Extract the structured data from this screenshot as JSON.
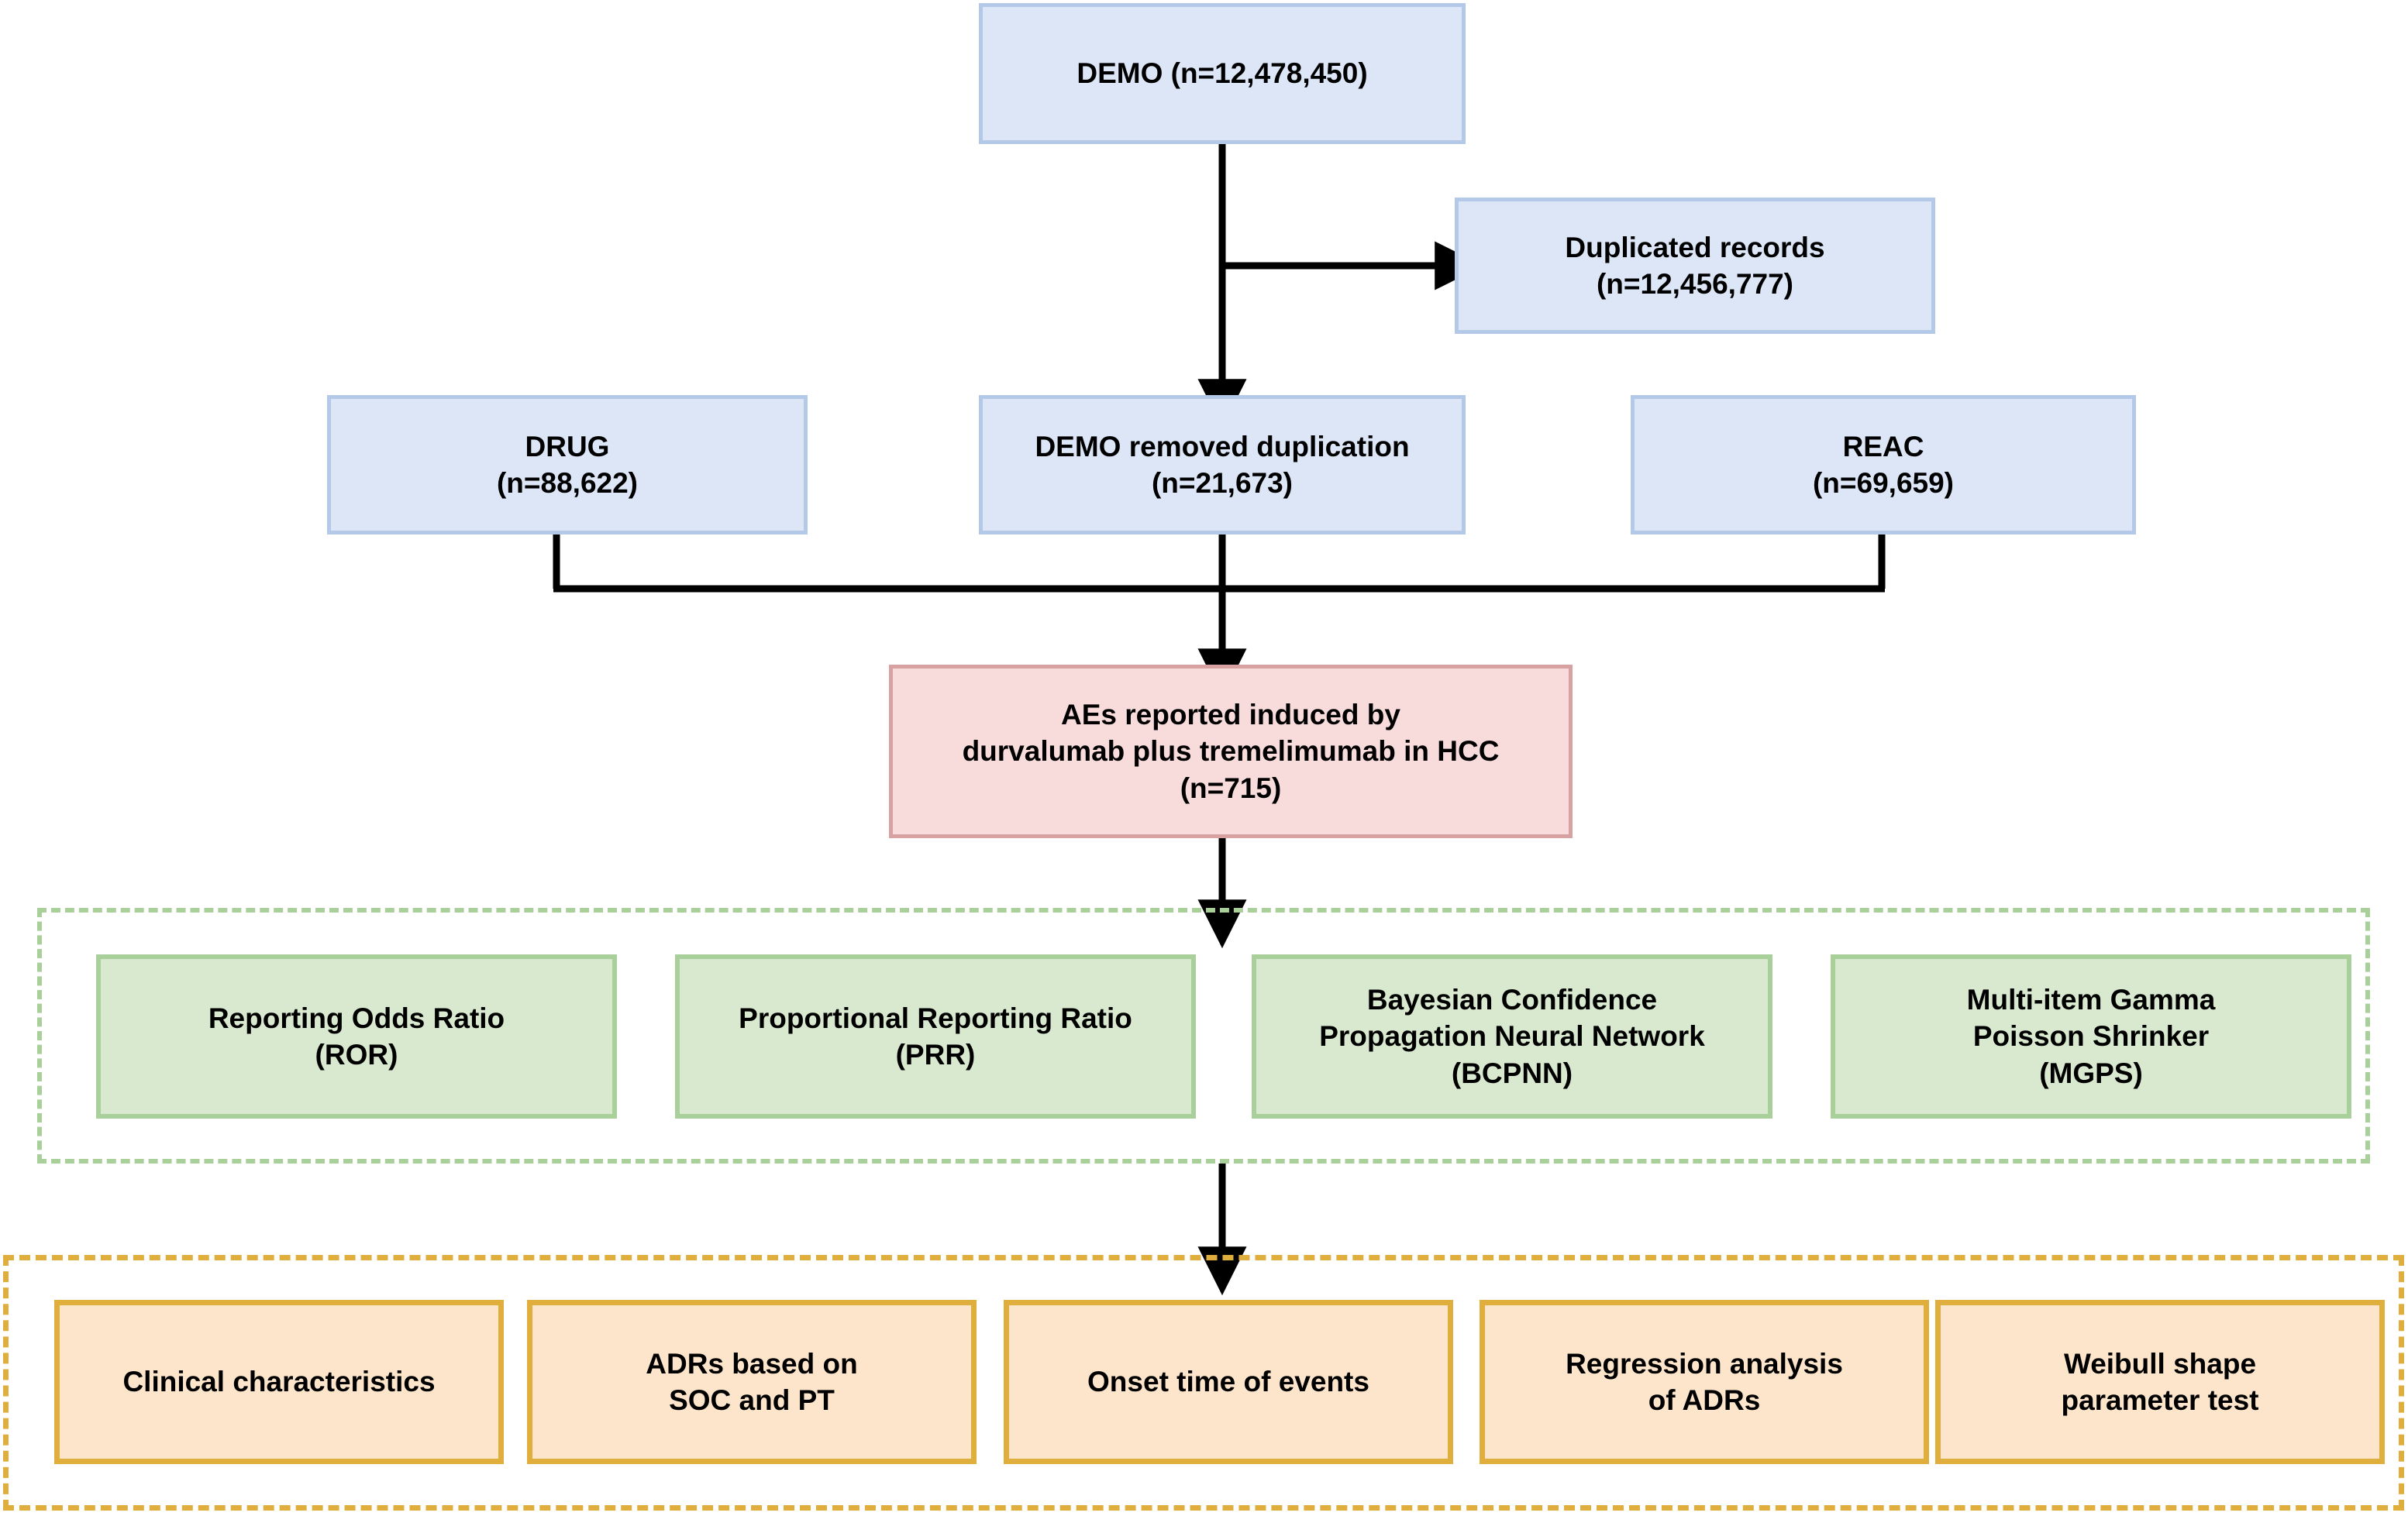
{
  "diagram": {
    "title": "FAERS pharmacovigilance study flowchart",
    "colors": {
      "blue_fill": "#dce6f7",
      "blue_border": "#b4c9e7",
      "pink_fill": "#f8dcdc",
      "pink_border": "#d9a2a2",
      "green_fill": "#d9e9cf",
      "green_border": "#a9cf9a",
      "orange_fill": "#fce5cb",
      "orange_border": "#e0ae3d",
      "connector": "#000000",
      "background": "#ffffff"
    },
    "source_nodes": {
      "demo": "DEMO (n=12,478,450)",
      "duplicated": "Duplicated records\n(n=12,456,777)",
      "drug": "DRUG\n(n=88,622)",
      "demo_dedup": "DEMO removed duplication\n(n=21,673)",
      "reac": "REAC\n(n=69,659)"
    },
    "result_node": {
      "aes": "AEs reported induced by\ndurvalumab plus tremelimumab in HCC\n(n=715)"
    },
    "algorithms": {
      "group_label": "disproportionality-analysis-group",
      "items": [
        {
          "label": "Reporting Odds Ratio\n(ROR)",
          "name": "ror"
        },
        {
          "label": "Proportional Reporting Ratio\n(PRR)",
          "name": "prr"
        },
        {
          "label": "Bayesian Confidence\nPropagation Neural Network\n(BCPNN)",
          "name": "bcpnn"
        },
        {
          "label": "Multi-item Gamma\nPoisson Shrinker\n(MGPS)",
          "name": "mgps"
        }
      ]
    },
    "analyses": {
      "group_label": "downstream-analyses-group",
      "items": [
        {
          "label": "Clinical characteristics",
          "name": "clinical-characteristics"
        },
        {
          "label": "ADRs based on\nSOC and PT",
          "name": "adrs-soc-pt"
        },
        {
          "label": "Onset time of events",
          "name": "onset-time"
        },
        {
          "label": "Regression analysis\nof ADRs",
          "name": "regression-analysis"
        },
        {
          "label": "Weibull shape\nparameter test",
          "name": "weibull-test"
        }
      ]
    }
  }
}
